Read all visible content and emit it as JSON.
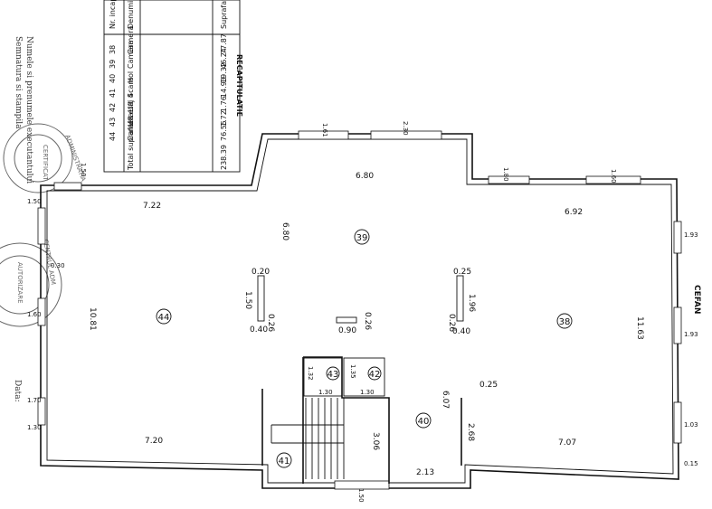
{
  "recap": {
    "title": "RECAPITULATIE",
    "headers": [
      "Nr. incapere",
      "Denumire incapere",
      "Suprafata (mp)"
    ],
    "rows": [
      [
        "38",
        "Camera",
        "77.87"
      ],
      [
        "39",
        "Camera",
        "46.24"
      ],
      [
        "40",
        "Hol",
        "19.32"
      ],
      [
        "41",
        "Scara",
        "14.93"
      ],
      [
        "42",
        "Lift",
        "1.76"
      ],
      [
        "43",
        "Lift",
        "1.72"
      ],
      [
        "44",
        "Camera",
        "76.55"
      ]
    ],
    "total_label": "Total suprafata etaj 4",
    "total_value": "238.39"
  },
  "signature": {
    "line1": "Numele si prenumele executantului",
    "line2": "Semnatura si stampila",
    "data_label": "Data:"
  },
  "stamps": {
    "left_top": "ADMINISTRATIA",
    "left_mid": "CERTIFICAT",
    "left_low": "CENTRUL ADM",
    "left_low2": "AUTORIZARE",
    "right_edge": "CEFAN"
  },
  "rooms": {
    "r38": "38",
    "r39": "39",
    "r40": "40",
    "r41": "41",
    "r42": "42",
    "r43": "43",
    "r44": "44"
  },
  "dims": {
    "d680_top": "6.80",
    "d722": "7.22",
    "d692": "6.92",
    "d680_v": "6.80",
    "d1081": "10.81",
    "d1163": "11.63",
    "d720": "7.20",
    "d707": "7.07",
    "d213": "2.13",
    "d607": "6.07",
    "d268": "2.68",
    "d306": "3.06",
    "d130a": "1.30",
    "d130b": "1.30",
    "d132": "1.32",
    "d135": "1.35",
    "d020": "0.20",
    "d150": "1.50",
    "d026a": "0.26",
    "d040a": "0.40",
    "d090": "0.90",
    "d026b": "0.26",
    "d025a": "0.25",
    "d196": "1.96",
    "d026c": "0.26",
    "d040b": "0.40",
    "d025b": "0.25"
  },
  "small": {
    "w1": "1.61",
    "w2": "2.30",
    "w3": "1.80",
    "w4": "1.60",
    "w5": "1.50",
    "w6": "1.50",
    "l1": "1.50",
    "l2": "0.30",
    "l3": "1.60",
    "l4": "1.70",
    "l5": "1.30",
    "r1": "1.93",
    "r2": "1.93",
    "r3": "1.03",
    "r4": "0.15"
  }
}
